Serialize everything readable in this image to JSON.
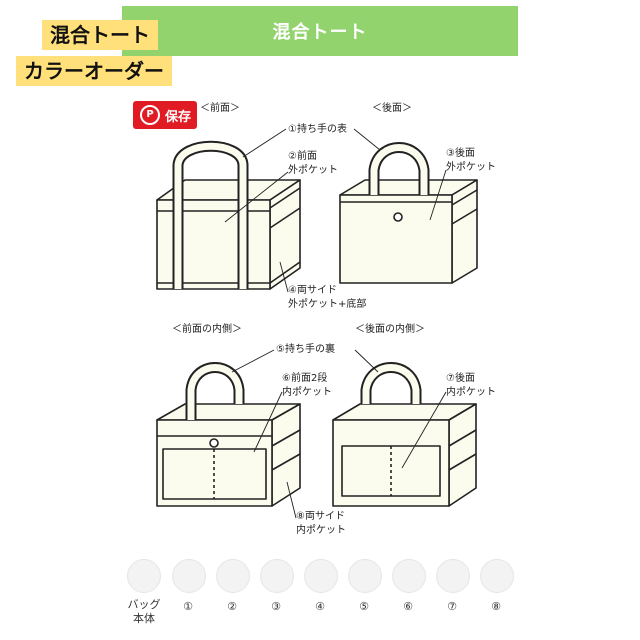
{
  "banner_title": "混合トート",
  "tag_lines": [
    "混合トート",
    "カラーオーダー"
  ],
  "save_button": {
    "label": "保存",
    "icon": "pinterest-icon"
  },
  "sections": {
    "front": "＜前面＞",
    "back": "＜後面＞",
    "front_inside": "＜前面の内側＞",
    "back_inside": "＜後面の内側＞"
  },
  "callouts": {
    "c1": "①持ち手の表",
    "c2a": "②前面",
    "c2b": "外ポケット",
    "c3a": "③後面",
    "c3b": "外ポケット",
    "c4a": "④両サイド",
    "c4b": "外ポケット+底部",
    "c5": "⑤持ち手の裏",
    "c6a": "⑥前面2段",
    "c6b": "内ポケット",
    "c7a": "⑦後面",
    "c7b": "内ポケット",
    "c8a": "⑧両サイド",
    "c8b": "内ポケット"
  },
  "swatch_labels": {
    "body_line1": "バッグ",
    "body_line2": "本体",
    "items": [
      "①",
      "②",
      "③",
      "④",
      "⑤",
      "⑥",
      "⑦",
      "⑧"
    ]
  },
  "colors": {
    "banner": "#92d36e",
    "tag": "#ffe07a",
    "save": "#e01b24",
    "bag_fill": "#fbfbee",
    "line": "#222222"
  }
}
